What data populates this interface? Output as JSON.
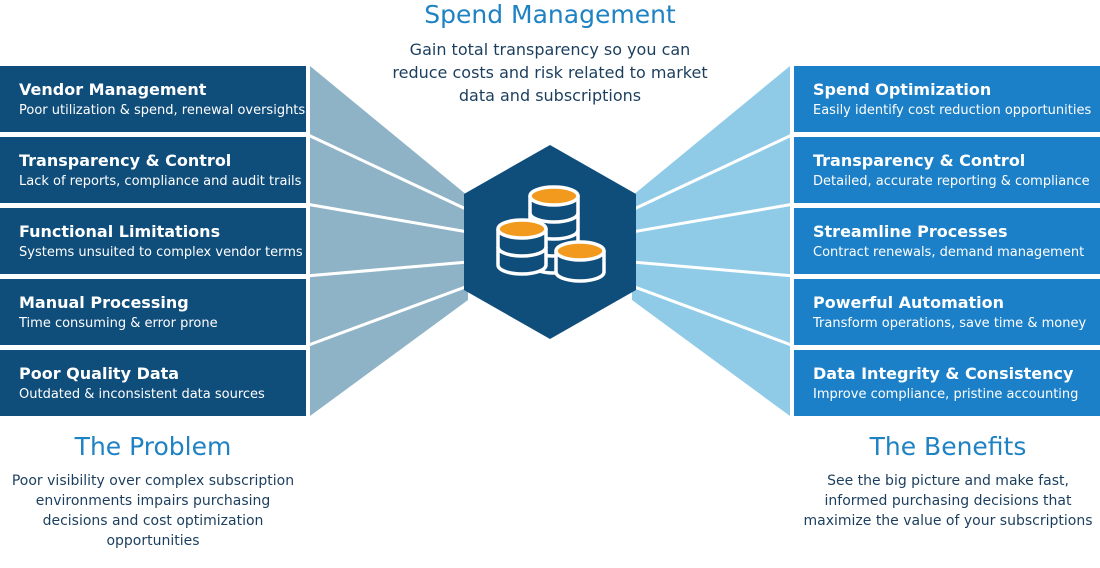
{
  "header": {
    "title": "Spend Management",
    "subtitle": "Gain total transparency so you can reduce costs and risk related to market data and subscriptions"
  },
  "center_icon": {
    "name": "coin-stack-icon",
    "coin_color": "#f29a1d",
    "hex_color": "#0f4d7b"
  },
  "problem": {
    "title": "The Problem",
    "description": "Poor visibility over complex subscription environments impairs purchasing decisions and cost optimization opportunities",
    "items": [
      {
        "heading": "Vendor Management",
        "detail": "Poor utilization & spend, renewal oversights"
      },
      {
        "heading": "Transparency & Control",
        "detail": "Lack of reports, compliance and audit trails"
      },
      {
        "heading": "Functional Limitations",
        "detail": "Systems unsuited to complex vendor terms"
      },
      {
        "heading": "Manual Processing",
        "detail": "Time consuming & error prone"
      },
      {
        "heading": "Poor Quality Data",
        "detail": "Outdated & inconsistent data sources"
      }
    ]
  },
  "benefits": {
    "title": "The Benefits",
    "description": "See the big picture and make fast, informed purchasing decisions that maximize the value of your subscriptions",
    "items": [
      {
        "heading": "Spend Optimization",
        "detail": "Easily identify cost reduction opportunities"
      },
      {
        "heading": "Transparency & Control",
        "detail": "Detailed, accurate reporting & compliance"
      },
      {
        "heading": "Streamline Processes",
        "detail": "Contract renewals, demand management"
      },
      {
        "heading": "Powerful Automation",
        "detail": "Transform operations, save time & money"
      },
      {
        "heading": "Data Integrity & Consistency",
        "detail": "Improve compliance, pristine accounting"
      }
    ]
  },
  "colors": {
    "left_card": "#0f4d7b",
    "right_card": "#1b80c8",
    "left_funnel": "#8fb3c6",
    "right_funnel": "#8fcbe7",
    "heading_blue": "#1e82c3"
  }
}
